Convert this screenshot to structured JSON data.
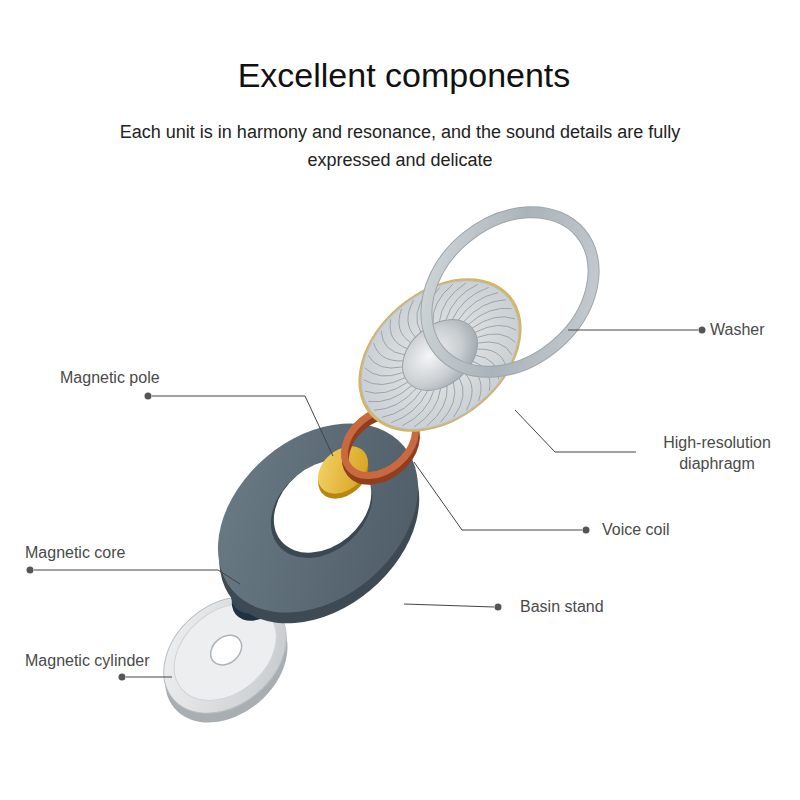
{
  "diagram": {
    "title": "Excellent components",
    "labels": [
      "Each unit is in harmony and resonance, and the sound details are fully expressed and delicate",
      "Washer",
      "Magnetic pole",
      "High-resolution diaphragm",
      "Voice coil",
      "Magnetic core",
      "Basin stand",
      "Magnetic cylinder"
    ]
  }
}
